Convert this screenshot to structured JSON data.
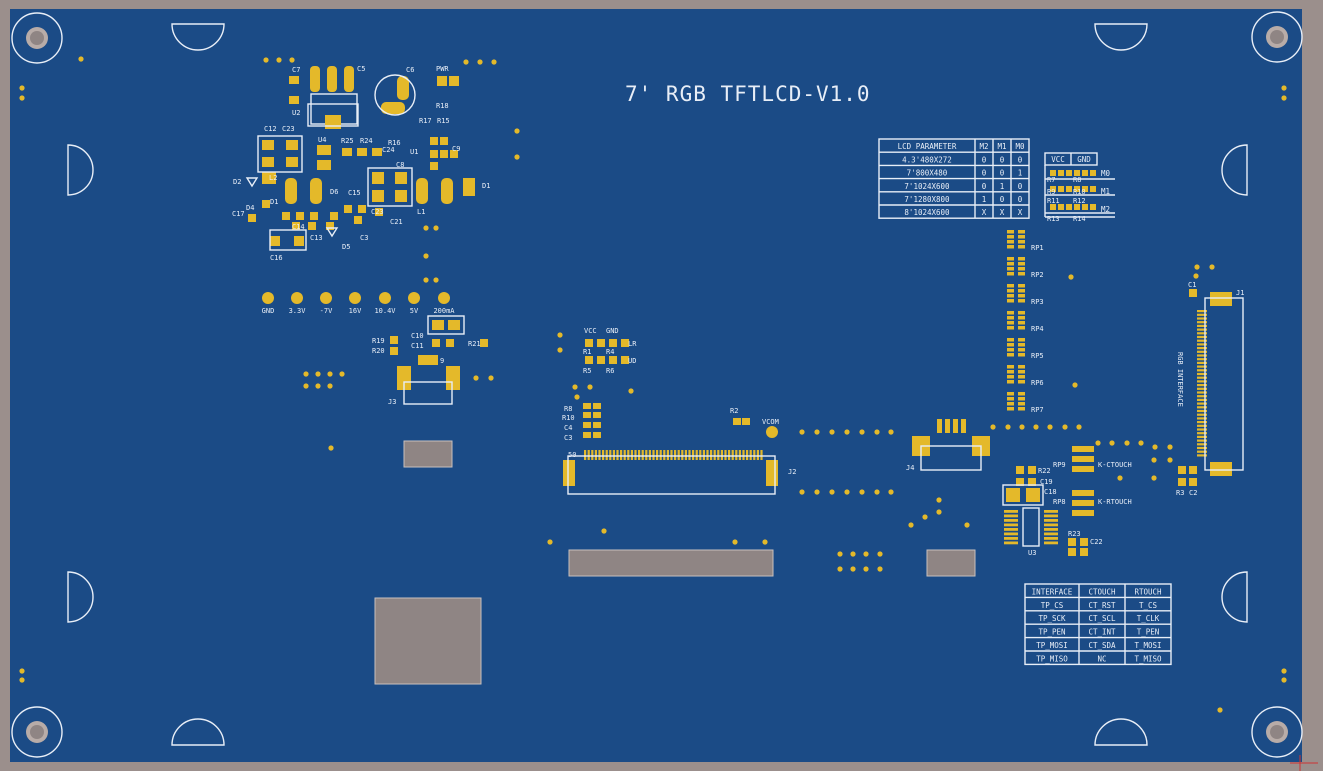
{
  "board": {
    "title": "7' RGB TFTLCD-V1.0",
    "colors": {
      "frame": "#9b8f8c",
      "board": "#1b4b86",
      "pad": "#e4b92a",
      "silk": "#e8eef7",
      "cutout": "#8f8584"
    }
  },
  "component_labels": {
    "power_section": [
      "C7",
      "C5",
      "C6",
      "PWR",
      "R18",
      "U2",
      "R17",
      "R15",
      "C12",
      "C23",
      "U4",
      "R25",
      "R24",
      "R16",
      "U1",
      "C9",
      "C24",
      "C8",
      "D2",
      "L2",
      "D6",
      "D1",
      "C15",
      "D1",
      "C17",
      "D4",
      "C23",
      "C21",
      "L1",
      "C14",
      "C13",
      "C3",
      "C16",
      "D5"
    ],
    "rp": [
      "RP1",
      "RP2",
      "RP3",
      "RP4",
      "RP5",
      "RP6",
      "RP7"
    ],
    "jumper_labels": [
      "VCC GND",
      "R1",
      "R4",
      "R5",
      "R6",
      "LR",
      "UD"
    ],
    "res_col": [
      "R8",
      "R10",
      "C4",
      "C3"
    ],
    "left_bottom": [
      "R19",
      "R20",
      "C10",
      "C11",
      "R21",
      "9",
      "J3"
    ],
    "misc": [
      "R2",
      "VCOM",
      "50",
      "J2",
      "J4",
      "R22",
      "C19",
      "C18",
      "U3",
      "R23",
      "C22",
      "RP9",
      "RP8",
      "K-CTOUCH",
      "K-RTOUCH",
      "J1",
      "R3",
      "C2",
      "C1",
      "RGB INTERFACE"
    ]
  },
  "test_points": [
    "GND",
    "3.3V",
    "-7V",
    "16V",
    "10.4V",
    "5V",
    "200mA"
  ],
  "mode_table": {
    "headers": [
      "LCD PARAMETER",
      "M2",
      "M1",
      "M0"
    ],
    "rows": [
      [
        "4.3'480X272",
        "0",
        "0",
        "0"
      ],
      [
        "7'800X480",
        "0",
        "0",
        "1"
      ],
      [
        "7'1024X600",
        "0",
        "1",
        "0"
      ],
      [
        "7'1280X800",
        "1",
        "0",
        "0"
      ],
      [
        "8'1024X600",
        "X",
        "X",
        "X"
      ]
    ]
  },
  "jumper_table": {
    "headers": [
      "VCC",
      "GND"
    ],
    "rows": [
      {
        "left": "R7",
        "mid": "R8",
        "side": "M0"
      },
      {
        "left": "R9",
        "mid": "R10",
        "side": "M1"
      },
      {
        "left": "R11",
        "mid": "R12",
        "side": ""
      },
      {
        "left": "R13",
        "mid": "R14",
        "side": "M2"
      }
    ]
  },
  "interface_table": {
    "headers": [
      "INTERFACE",
      "CTOUCH",
      "RTOUCH"
    ],
    "rows": [
      [
        "TP_CS",
        "CT_RST",
        "T_CS"
      ],
      [
        "TP_SCK",
        "CT_SCL",
        "T_CLK"
      ],
      [
        "TP_PEN",
        "CT_INT",
        "T_PEN"
      ],
      [
        "TP_MOSI",
        "CT_SDA",
        "T_MOSI"
      ],
      [
        "TP_MISO",
        "NC",
        "T_MISO"
      ]
    ]
  }
}
